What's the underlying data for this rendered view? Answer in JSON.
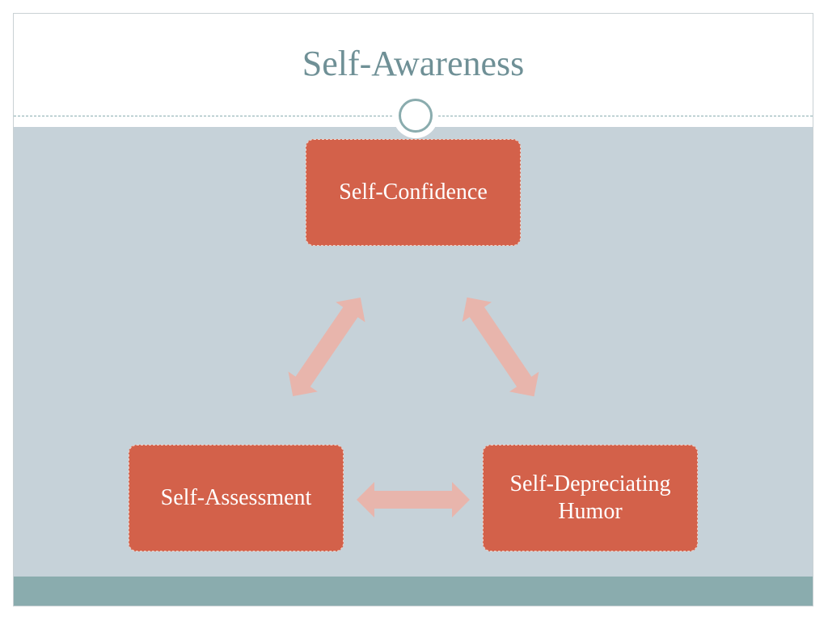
{
  "slide": {
    "title": "Self-Awareness"
  },
  "diagram": {
    "nodes": {
      "top": "Self-Confidence",
      "left": "Self-Assessment",
      "right": "Self-Depreciating Humor"
    },
    "colors": {
      "node_fill": "#d3614a",
      "arrow_fill": "#e8b5ac",
      "title_text": "#6f9096",
      "content_bg": "#c6d2d9",
      "footer_band": "#8aacae"
    }
  }
}
